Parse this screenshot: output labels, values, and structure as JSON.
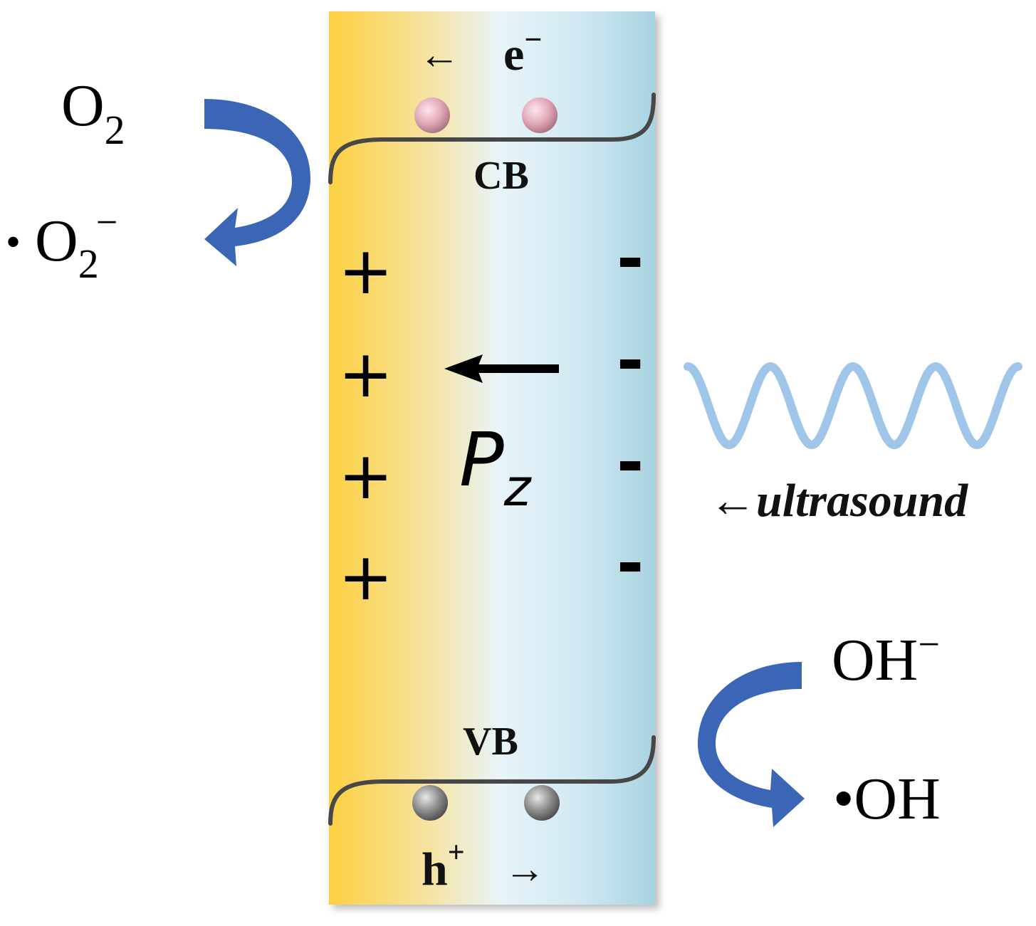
{
  "labels": {
    "electron": "e",
    "electron_charge": "−",
    "electron_arrow": "←",
    "cb": "CB",
    "vb": "VB",
    "hole": "h",
    "hole_charge": "+",
    "hole_arrow": "→",
    "o2": "O",
    "o2_sub": "2",
    "superoxide_dot": "•",
    "superoxide": "O",
    "superoxide_sub": "2",
    "superoxide_charge": "−",
    "hydroxide": "OH",
    "hydroxide_charge": "−",
    "hydroxyl_radical": "•OH",
    "polarization": "P",
    "polarization_sub": "z",
    "ultrasound_arrow": "←",
    "ultrasound": "ultrasound",
    "plus": [
      "+",
      "+",
      "+",
      "+"
    ],
    "minus": [
      "-",
      "-",
      "-",
      "-"
    ]
  },
  "colors": {
    "gradient_left": "#fdd24a",
    "gradient_mid": "#e6f4f8",
    "gradient_right": "#a9d3e2",
    "reaction_arrow": "#3a66b5",
    "wave": "#9fc5e8",
    "band_line": "#404040",
    "electron_ball": "#e6aebd",
    "hole_ball": "#8a8a8a"
  }
}
